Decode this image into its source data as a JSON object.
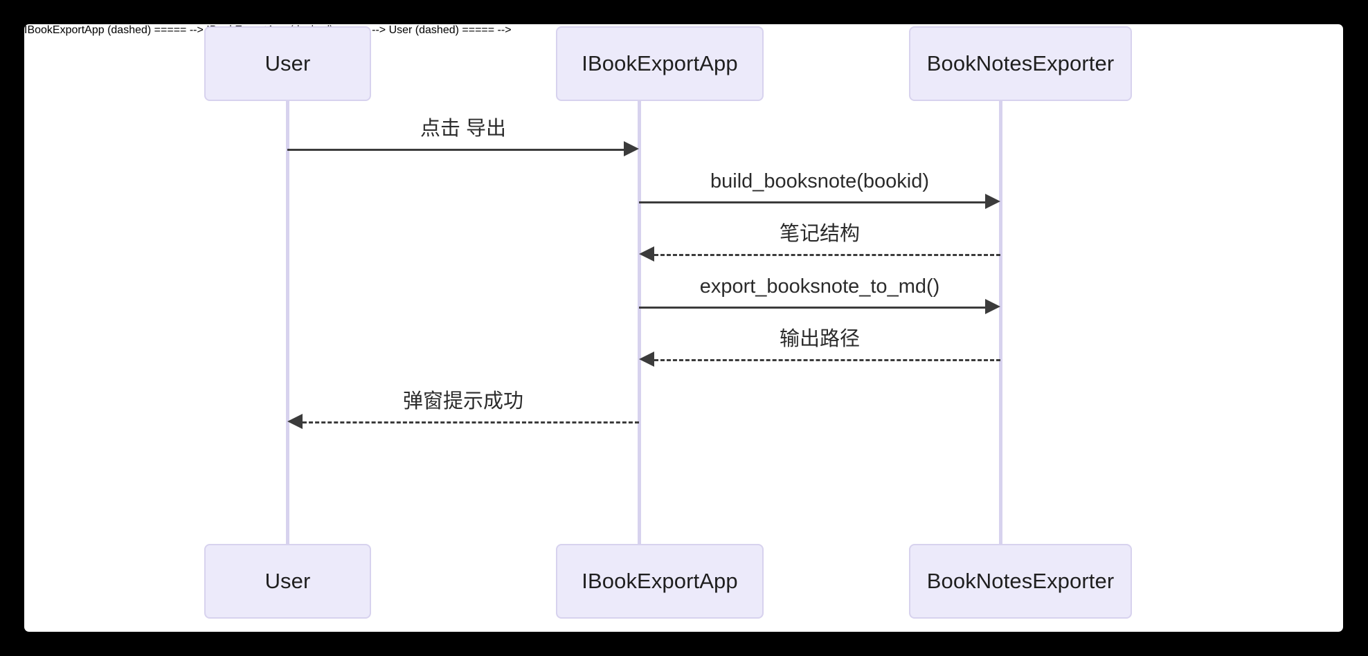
{
  "diagram": {
    "type": "sequence-diagram",
    "background_color": "#000000",
    "canvas_color": "#ffffff",
    "actor_fill": "#ECEAFA",
    "actor_border": "#D7D2EE",
    "lifeline_color": "#D7D2EE",
    "message_color": "#3b3b3b",
    "participants": [
      {
        "id": "user",
        "label": "User"
      },
      {
        "id": "app",
        "label": "IBookExportApp"
      },
      {
        "id": "exporter",
        "label": "BookNotesExporter"
      }
    ],
    "messages": [
      {
        "index": 1,
        "label": "点击 导出",
        "from": "user",
        "to": "app",
        "style": "solid",
        "direction": "right"
      },
      {
        "index": 2,
        "label": "build_booksnote(bookid)",
        "from": "app",
        "to": "exporter",
        "style": "solid",
        "direction": "right"
      },
      {
        "index": 3,
        "label": "笔记结构",
        "from": "exporter",
        "to": "app",
        "style": "dashed",
        "direction": "left"
      },
      {
        "index": 4,
        "label": "export_booksnote_to_md()",
        "from": "app",
        "to": "exporter",
        "style": "solid",
        "direction": "right"
      },
      {
        "index": 5,
        "label": "输出路径",
        "from": "exporter",
        "to": "app",
        "style": "dashed",
        "direction": "left"
      },
      {
        "index": 6,
        "label": "弹窗提示成功",
        "from": "app",
        "to": "user",
        "style": "dashed",
        "direction": "left"
      }
    ]
  }
}
